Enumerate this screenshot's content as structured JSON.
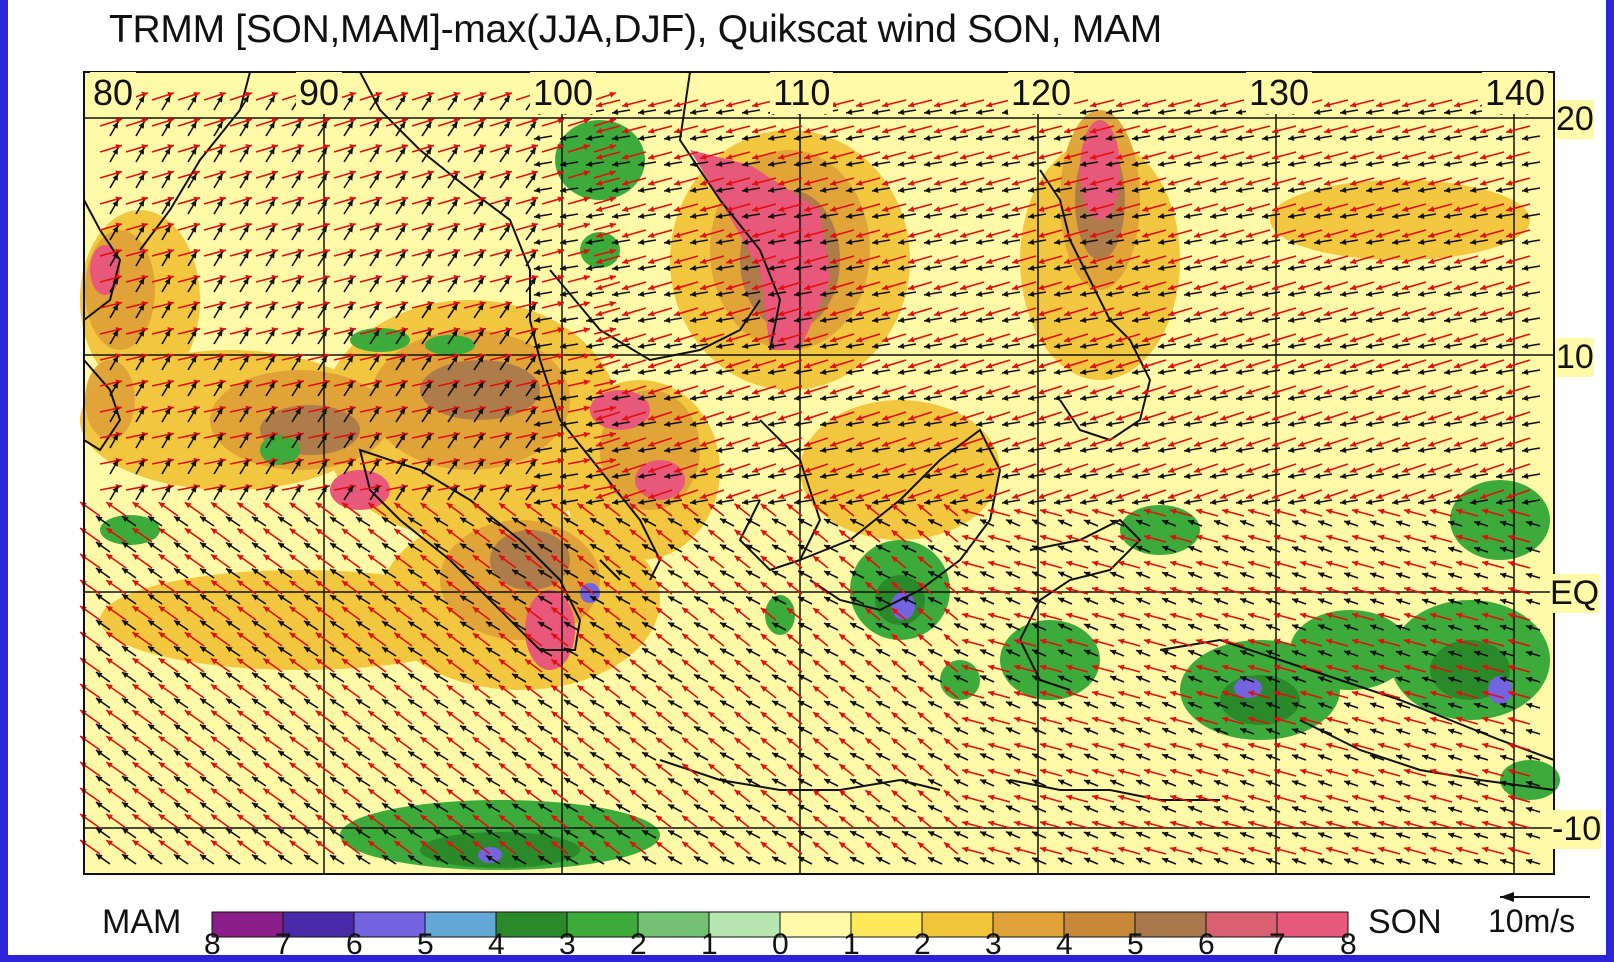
{
  "title": "TRMM [SON,MAM]-max(JJA,DJF), Quikscat wind SON, MAM",
  "map": {
    "lon_labels": [
      "80",
      "90",
      "100",
      "110",
      "120",
      "130",
      "140"
    ],
    "lat_labels": [
      "20",
      "10",
      "EQ",
      "-10"
    ],
    "lon_range": [
      78,
      142
    ],
    "lat_range": [
      -12,
      22
    ]
  },
  "colorbar": {
    "left_label": "MAM",
    "right_label": "SON",
    "tick_labels": [
      "8",
      "7",
      "6",
      "5",
      "4",
      "3",
      "2",
      "1",
      "0",
      "1",
      "2",
      "3",
      "4",
      "5",
      "6",
      "7",
      "8"
    ],
    "colors": [
      "#8a1f8a",
      "#4b2aa8",
      "#7464e0",
      "#64a8d8",
      "#2a8a2a",
      "#3cab3c",
      "#72c272",
      "#b8e6b0",
      "#fffaa8",
      "#ffe95a",
      "#f2c43a",
      "#dea238",
      "#c8883a",
      "#a8784c",
      "#d86070",
      "#e8587a"
    ]
  },
  "scale_arrow": {
    "label": "10m/s"
  },
  "legend_colors": {
    "son_wind": "#e01010",
    "mam_wind": "#111111"
  }
}
